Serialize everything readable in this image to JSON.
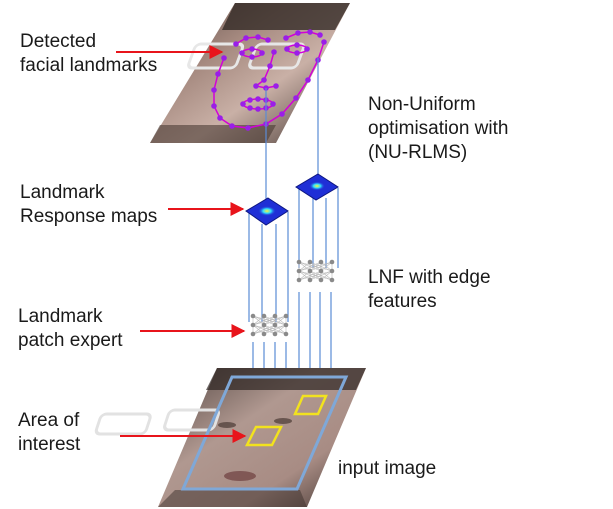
{
  "labels": {
    "detected_landmarks": [
      "Detected",
      "facial landmarks"
    ],
    "response_maps": [
      "Landmark",
      "Response maps"
    ],
    "patch_expert": [
      "Landmark",
      "patch expert"
    ],
    "area_of_interest": [
      "Area of",
      "interest"
    ],
    "optimisation": [
      "Non-Uniform",
      "optimisation with",
      "(NU-RLMS)"
    ],
    "lnf_edge": [
      "LNF with edge",
      "features"
    ],
    "input_image": "input image"
  },
  "colors": {
    "arrow": "#e8141b",
    "connector": "#5b8bd6",
    "roi_box": "#7fa8d8",
    "patch_box": "#f2e21e",
    "landmark_dot": "#9a1ee8",
    "landmark_line": "#d400d8",
    "response_map": "#1f2fd6",
    "text": "#1a1a1a"
  }
}
